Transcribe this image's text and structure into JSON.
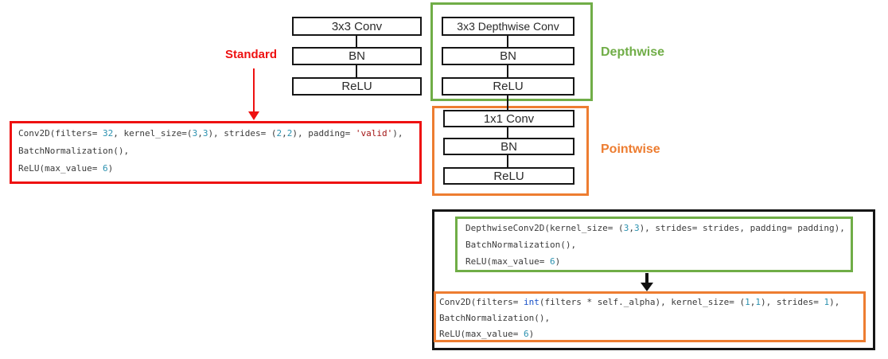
{
  "colors": {
    "red": "#ee1111",
    "green": "#70ad47",
    "orange": "#ed7d31",
    "box_border": "#161616",
    "code_default": "#3a3a3a",
    "code_number": "#2b91af",
    "code_string": "#a31515",
    "code_keyword": "#1750c8"
  },
  "standard_flow": {
    "label": "Standard",
    "boxes": [
      "3x3 Conv",
      "BN",
      "ReLU"
    ]
  },
  "depthwise_flow": {
    "label": "Depthwise",
    "boxes": [
      "3x3 Depthwise Conv",
      "BN",
      "ReLU"
    ]
  },
  "pointwise_flow": {
    "label": "Pointwise",
    "boxes": [
      "1x1 Conv",
      "BN",
      "ReLU"
    ]
  },
  "standard_code": {
    "lines": [
      [
        [
          "Conv2D(filters= ",
          "d"
        ],
        [
          "32",
          "n"
        ],
        [
          ", kernel_size=(",
          "d"
        ],
        [
          "3",
          "n"
        ],
        [
          ",",
          "d"
        ],
        [
          "3",
          "n"
        ],
        [
          "), strides= (",
          "d"
        ],
        [
          "2",
          "n"
        ],
        [
          ",",
          "d"
        ],
        [
          "2",
          "n"
        ],
        [
          "), padding= ",
          "d"
        ],
        [
          "'valid'",
          "s"
        ],
        [
          "),",
          "d"
        ]
      ],
      [
        [
          "BatchNormalization(),",
          "d"
        ]
      ],
      [
        [
          "ReLU(max_value= ",
          "d"
        ],
        [
          "6",
          "n"
        ],
        [
          ")",
          "d"
        ]
      ]
    ]
  },
  "depthwise_code": {
    "lines": [
      [
        [
          "DepthwiseConv2D(kernel_size= (",
          "d"
        ],
        [
          "3",
          "n"
        ],
        [
          ",",
          "d"
        ],
        [
          "3",
          "n"
        ],
        [
          "), strides= strides, padding= padding),",
          "d"
        ]
      ],
      [
        [
          "BatchNormalization(),",
          "d"
        ]
      ],
      [
        [
          "ReLU(max_value= ",
          "d"
        ],
        [
          "6",
          "n"
        ],
        [
          ")",
          "d"
        ]
      ]
    ]
  },
  "pointwise_code": {
    "lines": [
      [
        [
          "Conv2D(filters= ",
          "d"
        ],
        [
          "int",
          "k"
        ],
        [
          "(filters * self._alpha), kernel_size= (",
          "d"
        ],
        [
          "1",
          "n"
        ],
        [
          ",",
          "d"
        ],
        [
          "1",
          "n"
        ],
        [
          "), strides= ",
          "d"
        ],
        [
          "1",
          "n"
        ],
        [
          "),",
          "d"
        ]
      ],
      [
        [
          "BatchNormalization(),",
          "d"
        ]
      ],
      [
        [
          "ReLU(max_value= ",
          "d"
        ],
        [
          "6",
          "n"
        ],
        [
          ")",
          "d"
        ]
      ]
    ]
  }
}
